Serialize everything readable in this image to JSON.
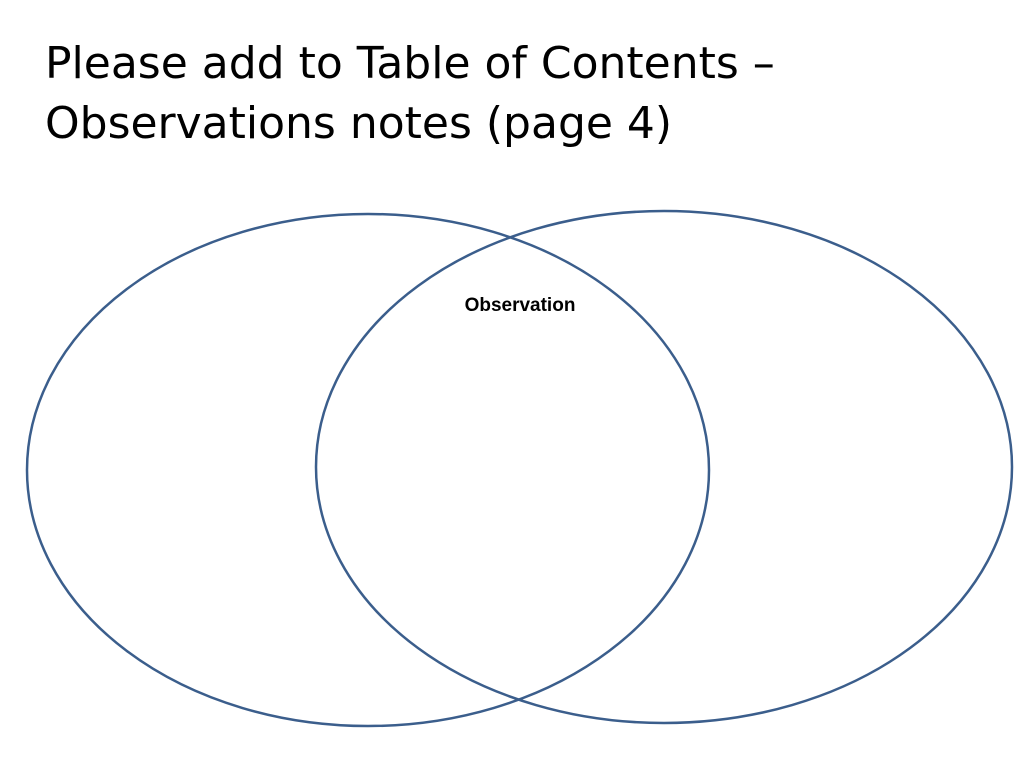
{
  "slide": {
    "title_line1": "Please add to Table of Contents –",
    "title_line2": "Observations notes (page 4)"
  },
  "venn": {
    "overlap_label": "Observation",
    "outline_color": "#3B5E8C",
    "text_color": "#000000"
  }
}
